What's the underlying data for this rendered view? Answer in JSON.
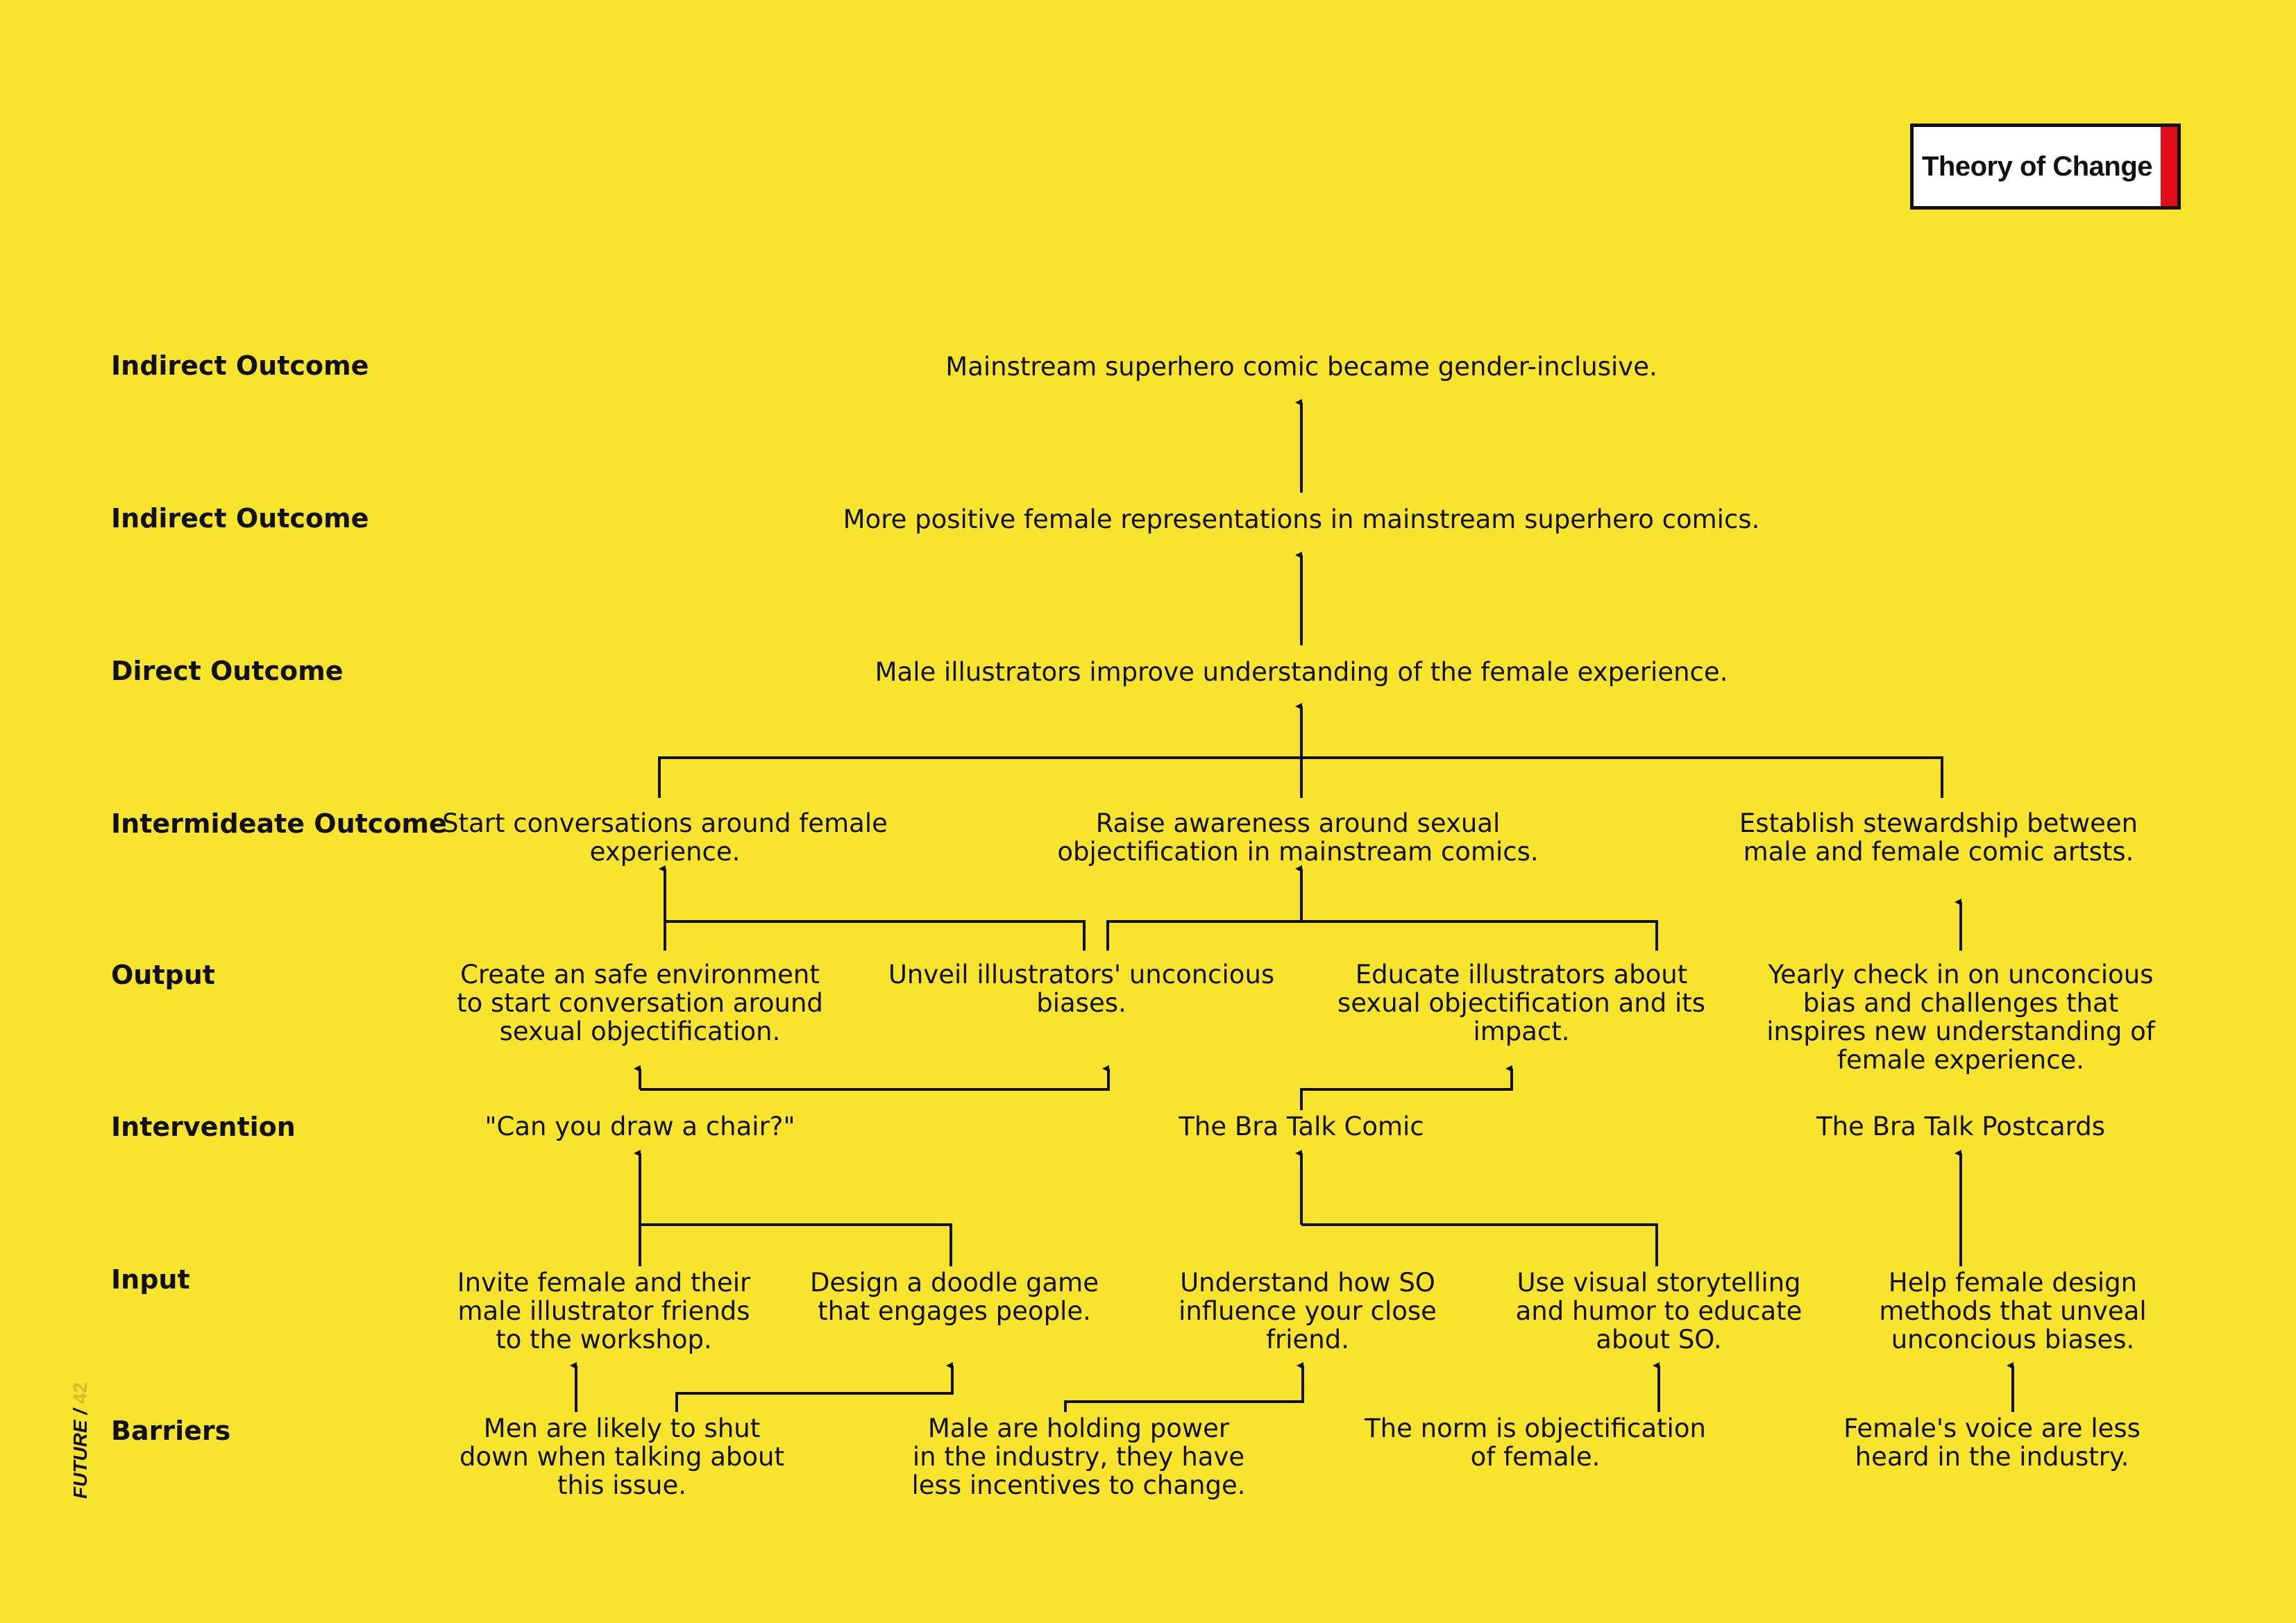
{
  "badge": {
    "title": "Theory of Change"
  },
  "footer": {
    "section": "FUTURE",
    "separator": "/",
    "page": "42"
  },
  "row_labels": {
    "indirect_outcome_2": "Indirect Outcome",
    "indirect_outcome_1": "Indirect Outcome",
    "direct_outcome": "Direct Outcome",
    "intermediate_outcome": "Intermideate Outcome",
    "output": "Output",
    "intervention": "Intervention",
    "input": "Input",
    "barriers": "Barriers"
  },
  "nodes": {
    "indirect_outcome_2": "Mainstream superhero comic became gender-inclusive.",
    "indirect_outcome_1": "More positive female representations in mainstream superhero comics.",
    "direct_outcome": "Male illustrators improve understanding of the female experience.",
    "intermediate_1": "Start conversations around female\nexperience.",
    "intermediate_2": "Raise awareness around sexual\nobjectification in mainstream comics.",
    "intermediate_3": "Establish stewardship between\nmale and female comic artsts.",
    "output_1": "Create an safe environment\nto start conversation around\nsexual objectification.",
    "output_2": "Unveil illustrators' unconcious\nbiases.",
    "output_3": "Educate illustrators about\nsexual objectification and its\nimpact.",
    "output_4": "Yearly check in on unconcious\nbias and challenges that\ninspires new understanding of\nfemale experience.",
    "intervention_1": "\"Can you draw a chair?\"",
    "intervention_2": "The Bra Talk Comic",
    "intervention_3": "The Bra Talk Postcards",
    "input_1": "Invite female and their\nmale illustrator friends\nto the workshop.",
    "input_2": "Design a doodle game\nthat engages people.",
    "input_3": "Understand how SO\ninfluence your close\nfriend.",
    "input_4": "Use visual storytelling\nand humor to educate\nabout SO.",
    "input_5": "Help female design\nmethods that unveal\nunconcious biases.",
    "barrier_1": "Men are likely to shut\ndown when talking about\nthis issue.",
    "barrier_2": "Male are holding power\nin the industry, they have\nless incentives to change.",
    "barrier_3": "The norm is objectification\nof female.",
    "barrier_4": "Female's voice are less\nheard in the industry."
  },
  "colors": {
    "background": "#f9e42d",
    "ink": "#111111",
    "accent": "#e10d1a",
    "badge_fill": "#ffffff"
  }
}
